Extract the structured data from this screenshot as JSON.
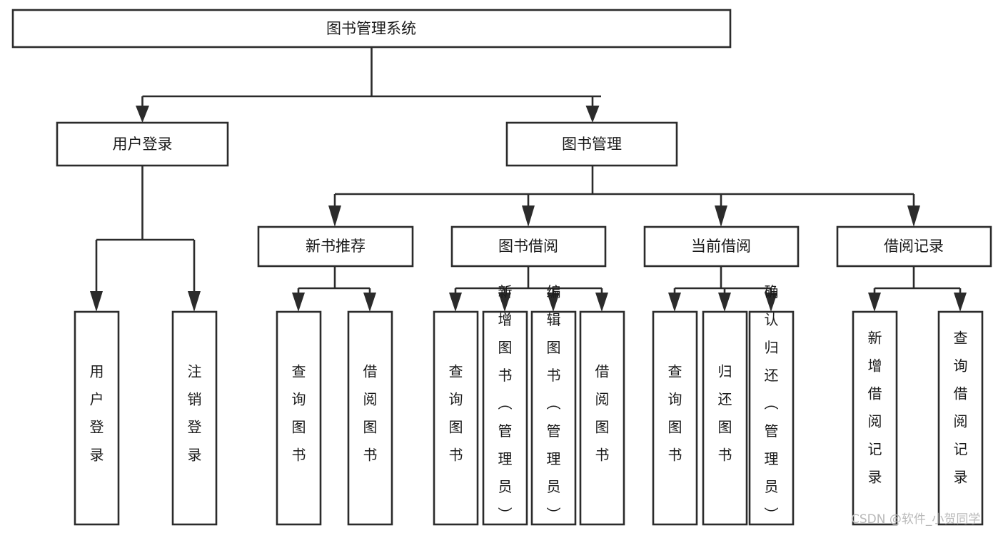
{
  "diagram": {
    "type": "hierarchy-tree",
    "title": "图书管理系统",
    "orientation": "top-down",
    "levels": 4,
    "colors": {
      "box_stroke": "#2b2b2b",
      "box_fill": "#ffffff",
      "connector": "#2b2b2b",
      "text": "#1a1a1a",
      "watermark": "#b9b9b9",
      "background": "#ffffff"
    },
    "nodes": {
      "root": {
        "label": "图书管理系统"
      },
      "level2": [
        {
          "id": "user-login",
          "label": "用户登录"
        },
        {
          "id": "book-management",
          "label": "图书管理"
        }
      ],
      "level3": [
        {
          "id": "new-book-recommend",
          "label": "新书推荐"
        },
        {
          "id": "book-borrow",
          "label": "图书借阅"
        },
        {
          "id": "current-borrow",
          "label": "当前借阅"
        },
        {
          "id": "borrow-record",
          "label": "借阅记录"
        }
      ],
      "leaves_user_login": [
        {
          "id": "leaf-user-login",
          "label": "用户登录"
        },
        {
          "id": "leaf-logout-login",
          "label": "注销登录"
        }
      ],
      "leaves_new_book_recommend": [
        {
          "id": "leaf-query-book-1",
          "label": "查询图书"
        },
        {
          "id": "leaf-borrow-book-1",
          "label": "借阅图书"
        }
      ],
      "leaves_book_borrow": [
        {
          "id": "leaf-query-book-2",
          "label": "查询图书"
        },
        {
          "id": "leaf-add-book",
          "label": "新增图书（管理员）"
        },
        {
          "id": "leaf-edit-book",
          "label": "编辑图书（管理员）"
        },
        {
          "id": "leaf-borrow-book-2",
          "label": "借阅图书"
        }
      ],
      "leaves_current_borrow": [
        {
          "id": "leaf-query-book-3",
          "label": "查询图书"
        },
        {
          "id": "leaf-return-book",
          "label": "归还图书"
        },
        {
          "id": "leaf-confirm-return",
          "label": "确认归还（管理员）"
        }
      ],
      "leaves_borrow_record": [
        {
          "id": "leaf-add-borrow-record",
          "label": "新增借阅记录"
        },
        {
          "id": "leaf-query-borrow-record",
          "label": "查询借阅记录"
        }
      ]
    },
    "watermark": "CSDN @软件_小贺同学"
  }
}
